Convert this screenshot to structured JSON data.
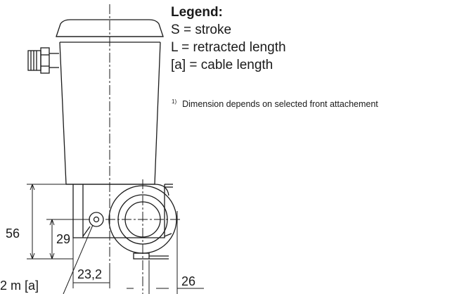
{
  "legend": {
    "title": "Legend:",
    "items": [
      "S = stroke",
      "L = retracted length",
      "[a] = cable length"
    ]
  },
  "footnote": {
    "marker": "1)",
    "text": "Dimension depends on selected front attachement"
  },
  "dimensions": {
    "height_total": "56",
    "height_axis": "29",
    "cable": "2 m [a]",
    "offset_side": "23,2",
    "width_front": "26"
  },
  "colors": {
    "line": "#1a1a1a",
    "background": "#ffffff"
  }
}
